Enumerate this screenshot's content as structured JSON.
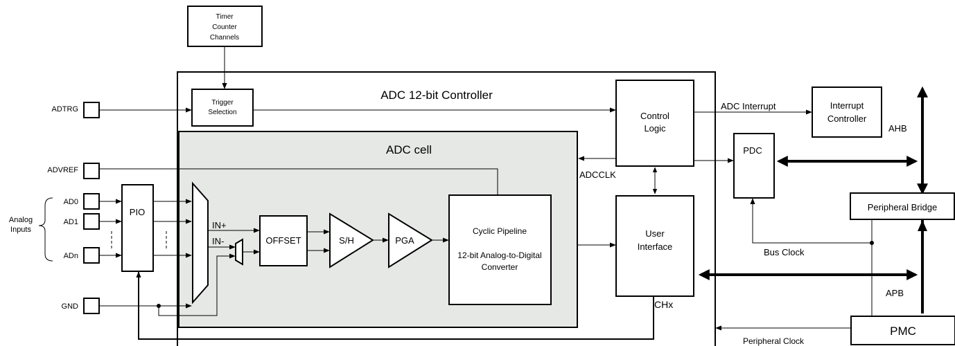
{
  "blocks": {
    "timer_line1": "Timer",
    "timer_line2": "Counter",
    "timer_line3": "Channels",
    "adc_controller": "ADC 12-bit Controller",
    "trigger_line1": "Trigger",
    "trigger_line2": "Selection",
    "control_line1": "Control",
    "control_line2": "Logic",
    "interrupt_line1": "Interrupt",
    "interrupt_line2": "Controller",
    "pdc": "PDC",
    "adc_cell": "ADC cell",
    "pio": "PIO",
    "offset": "OFFSET",
    "sh": "S/H",
    "pga": "PGA",
    "pipeline_line1": "Cyclic Pipeline",
    "pipeline_line2": "12-bit Analog-to-Digital",
    "pipeline_line3": "Converter",
    "user_line1": "User",
    "user_line2": "Interface",
    "peripheral_bridge": "Peripheral Bridge",
    "pmc": "PMC"
  },
  "pins": {
    "adtrg": "ADTRG",
    "advref": "ADVREF",
    "ad0": "AD0",
    "ad1": "AD1",
    "adn": "ADn",
    "gnd": "GND",
    "analog_line1": "Analog",
    "analog_line2": "Inputs"
  },
  "signals": {
    "adc_interrupt": "ADC Interrupt",
    "adcclk": "ADCCLK",
    "in_plus": "IN+",
    "in_minus": "IN-",
    "chx": "CHx",
    "bus_clock": "Bus Clock",
    "peripheral_clock": "Peripheral Clock",
    "ahb": "AHB",
    "apb": "APB"
  }
}
